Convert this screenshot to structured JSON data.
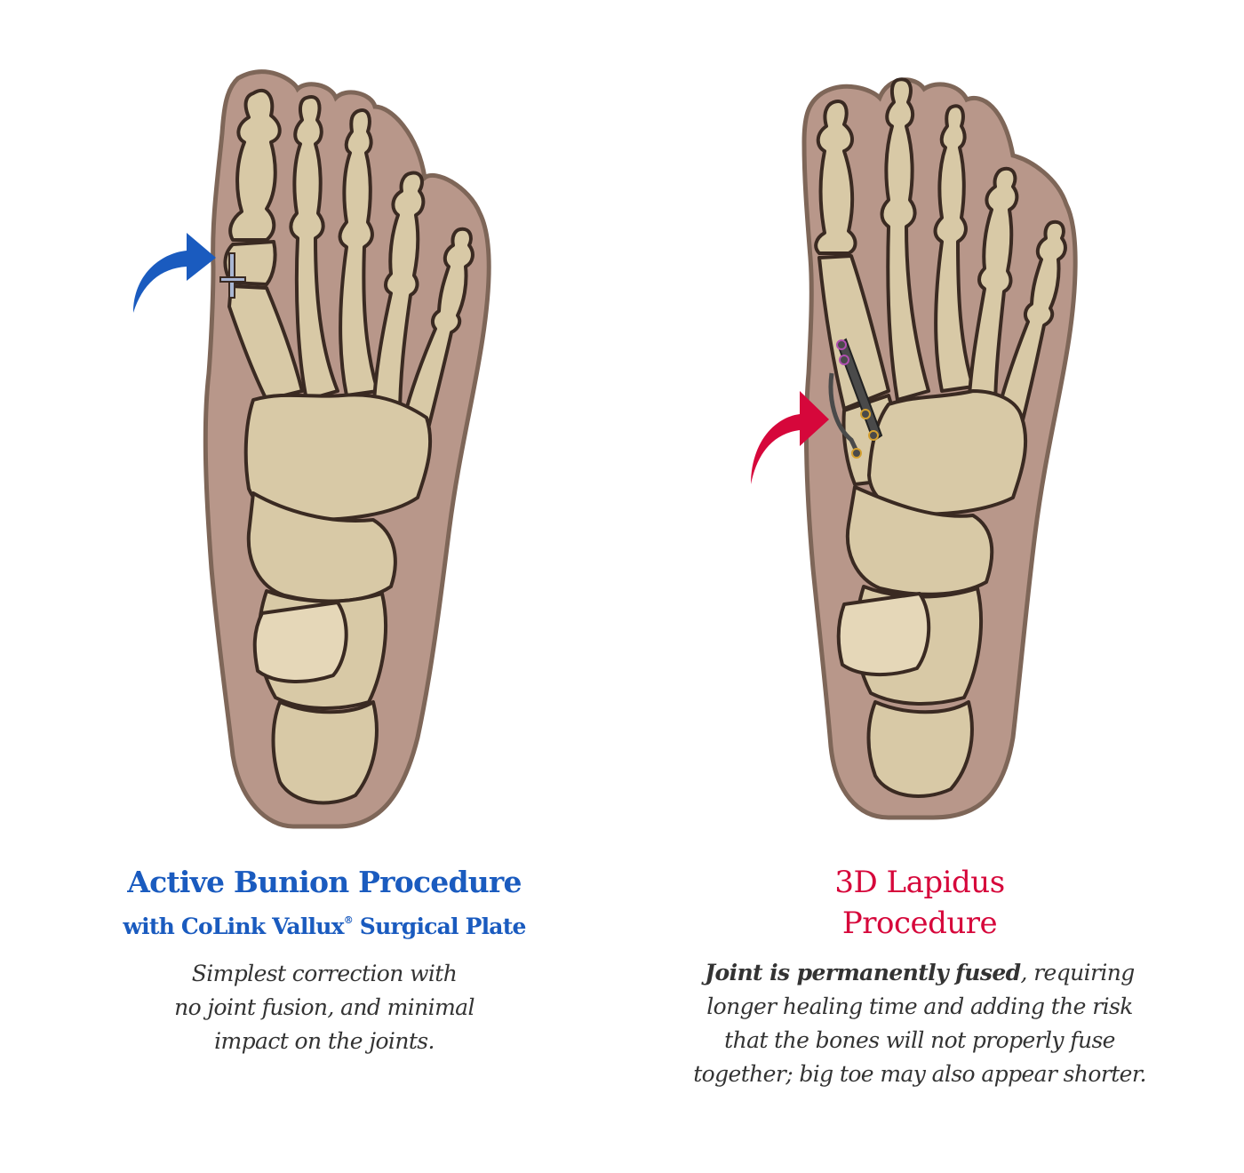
{
  "colors": {
    "accent_blue": "#1a5bbf",
    "accent_red": "#d6073b",
    "body_text": "#333333",
    "skin": "#b59483",
    "skin_outline": "#8a7363",
    "bone": "#d9cbaa",
    "bone_outline": "#3a2a22",
    "plate": "#4a4a4a"
  },
  "left": {
    "illustration": {
      "label": "foot-skeleton-with-colink-plate",
      "arrow_color": "blue",
      "arrow_icon": "curved-arrow-right-icon"
    },
    "title_line1": "Active Bunion Procedure",
    "title_line2_pre": "with CoLink Vallux",
    "title_line2_reg": "®",
    "title_line2_post": " Surgical Plate",
    "desc_lines": [
      "Simplest correction with",
      "no joint fusion, and minimal",
      "impact on the joints."
    ]
  },
  "right": {
    "illustration": {
      "label": "foot-skeleton-with-lapidus-plate",
      "arrow_color": "red",
      "arrow_icon": "curved-arrow-right-icon"
    },
    "title_line1": "3D Lapidus",
    "title_line2": "Procedure",
    "desc_bold": "Joint is permanently fused",
    "desc_line1_rest": ", requiring",
    "desc_lines": [
      "longer healing time and adding the risk",
      "that the bones will not properly fuse",
      "together; big toe may also appear shorter."
    ]
  }
}
